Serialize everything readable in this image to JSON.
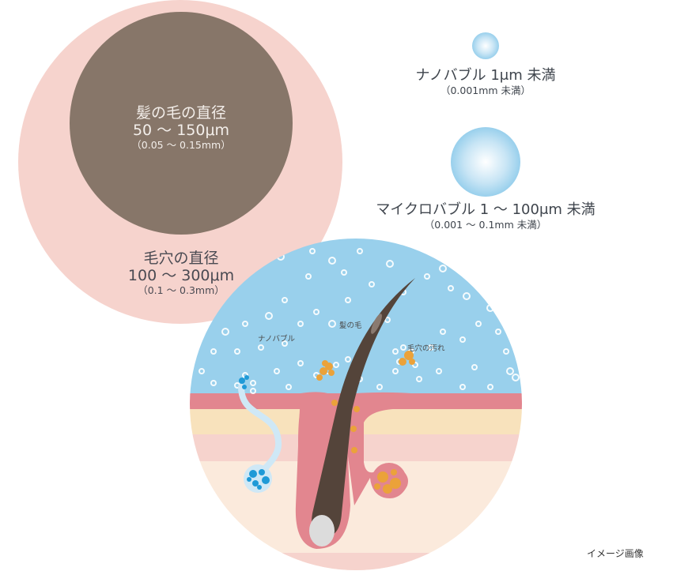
{
  "hair_circle": {
    "title": "髪の毛の直径",
    "range_um": "50 ～ 150μm",
    "range_mm": "（0.05 ～ 0.15mm）",
    "color": "#877669"
  },
  "pore_circle": {
    "title": "毛穴の直径",
    "range_um": "100 ～ 300μm",
    "range_mm": "（0.1 ～ 0.3mm）",
    "color": "#f6d3cd"
  },
  "nanobubble": {
    "title": "ナノバブル 1μm 未満",
    "sub": "（0.001mm 未満）"
  },
  "microbubble": {
    "title": "マイクロバブル 1 ～ 100μm 未満",
    "sub": "（0.001 ～ 0.1mm 未満）"
  },
  "illustration": {
    "labels": {
      "nanobubble": "ナノバブル",
      "hair": "髪の毛",
      "pore_dirt": "毛穴の汚れ"
    },
    "colors": {
      "water": "#99d0ec",
      "epidermis": "#e2868f",
      "layer_yellow": "#f8e2bc",
      "layer_pink": "#f6d3cd",
      "layer_cream": "#fbeadc",
      "hair": "#54443a",
      "dirt": "#eba23a",
      "sweat": "#1f9ad7",
      "duct": "#cfe8f6"
    }
  },
  "caption": "イメージ画像"
}
